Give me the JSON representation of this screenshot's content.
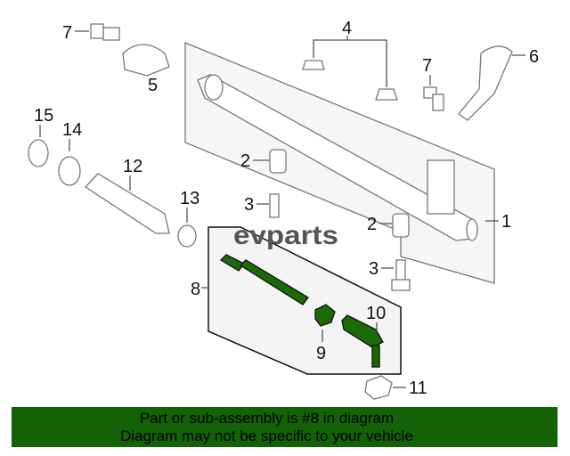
{
  "diagram": {
    "watermark": "evparts",
    "callouts": {
      "c1": "1",
      "c2a": "2",
      "c2b": "2",
      "c3a": "3",
      "c3b": "3",
      "c4": "4",
      "c5": "5",
      "c6": "6",
      "c7a": "7",
      "c7b": "7",
      "c8": "8",
      "c9": "9",
      "c10": "10",
      "c11": "11",
      "c12": "12",
      "c13": "13",
      "c14": "14",
      "c15": "15"
    },
    "highlighted_part": "8",
    "highlight_color": "#1a6a06"
  },
  "banner": {
    "line1": "Part or sub-assembly is #8 in diagram",
    "line2": "Diagram may not be specific to your vehicle",
    "background": "#136206"
  }
}
